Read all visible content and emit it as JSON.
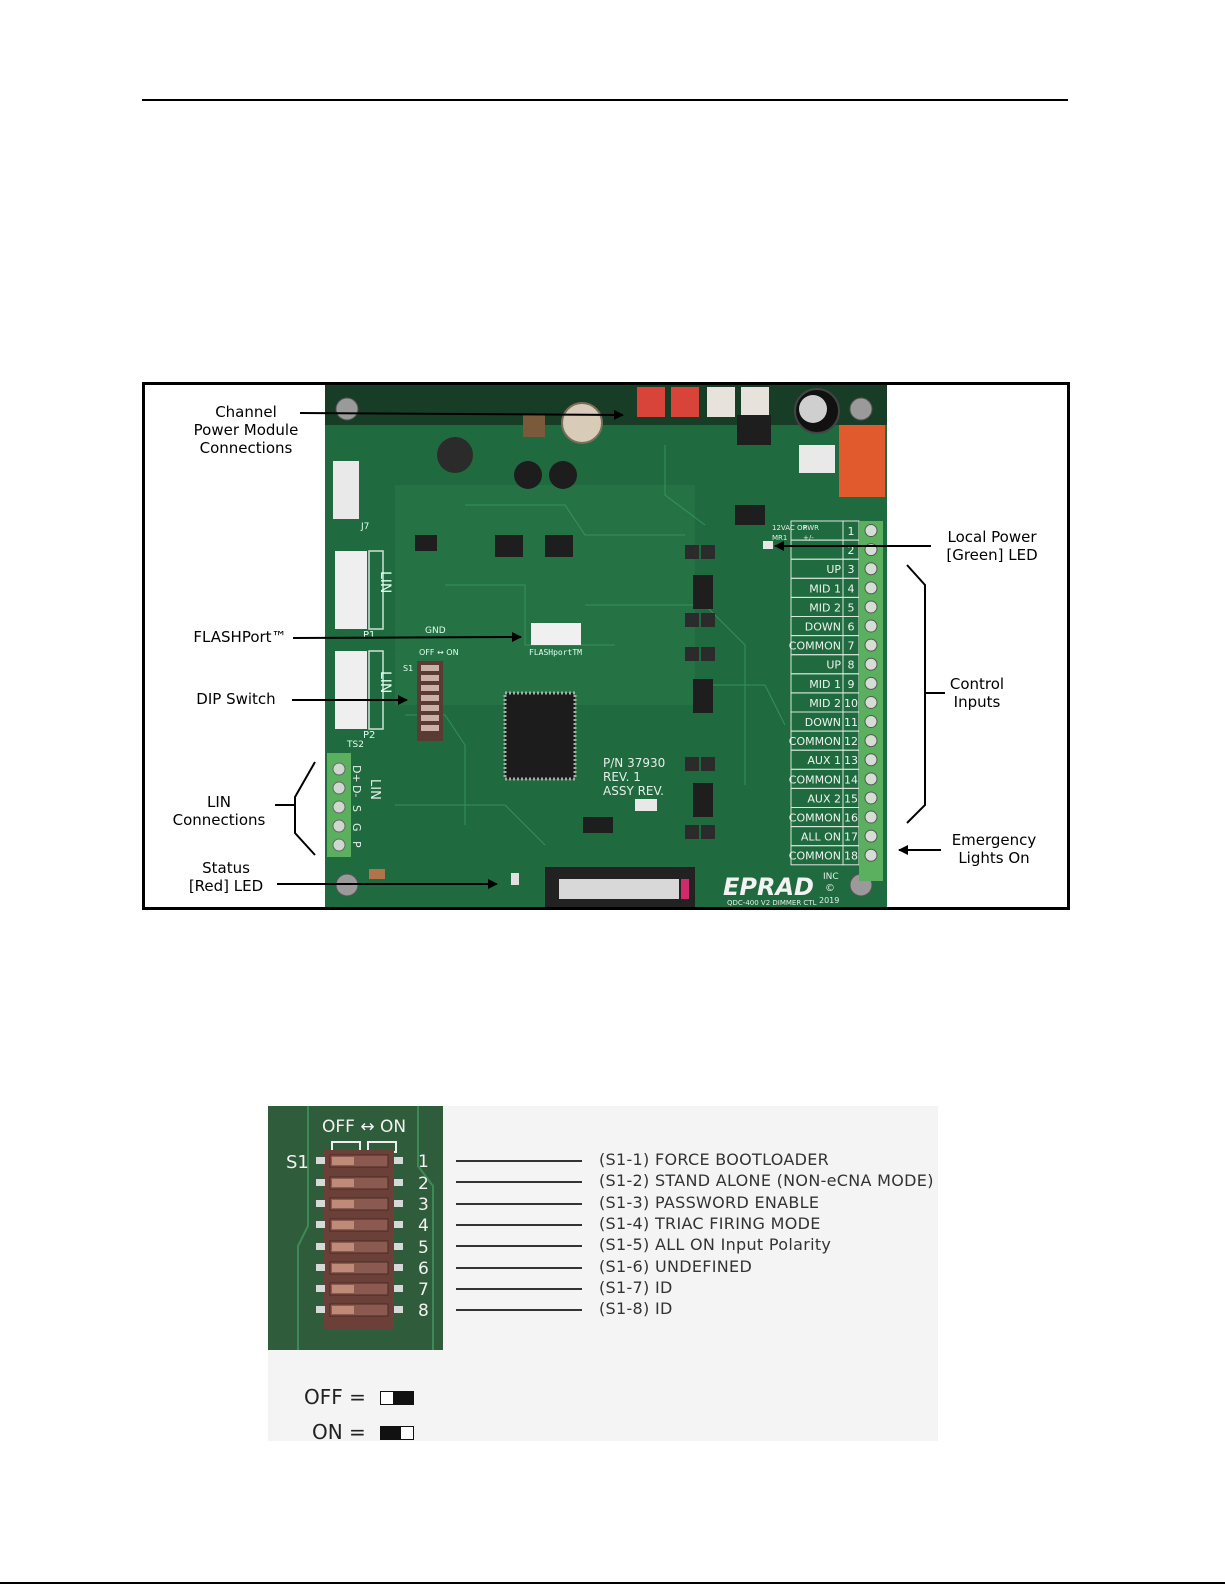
{
  "figure1": {
    "callouts": {
      "channel_power": "Channel\nPower Module\nConnections",
      "flashport": "FLASHPort™",
      "dip_switch": "DIP Switch",
      "lin_connections": "LIN\nConnections",
      "status_led": "Status\n[Red] LED",
      "local_power": "Local Power\n[Green] LED",
      "control_inputs": "Control\nInputs",
      "emergency": "Emergency\nLights On"
    },
    "board_text": {
      "part_number": "P/N 37930",
      "rev": "REV. 1",
      "assy_rev": "ASSY REV.",
      "brand": "EPRAD",
      "inc": "INC",
      "copyright": "©",
      "year": "2019",
      "model": "QDC-400 V2 DIMMER CTL",
      "flashport_label": "FLASHportTM",
      "dip_header": "OFF ↔ ON",
      "s1": "S1",
      "gnd": "GND",
      "ts2": "TS2",
      "lin": "LIN",
      "p1": "P1",
      "p2": "P2",
      "j7": "J7",
      "lin_pins": [
        "D+",
        "D-",
        "S",
        "G",
        "P"
      ],
      "power_header": [
        "12VAC OR",
        "PWR",
        "MR1",
        "+/-"
      ]
    },
    "terminal_rows": [
      {
        "label": "PWR +/-",
        "num": "1"
      },
      {
        "label": "PWR +/-",
        "num": "2"
      },
      {
        "label": "UP",
        "num": "3"
      },
      {
        "label": "MID 1",
        "num": "4"
      },
      {
        "label": "MID 2",
        "num": "5"
      },
      {
        "label": "DOWN",
        "num": "6"
      },
      {
        "label": "COMMON",
        "num": "7"
      },
      {
        "label": "UP",
        "num": "8"
      },
      {
        "label": "MID 1",
        "num": "9"
      },
      {
        "label": "MID 2",
        "num": "10"
      },
      {
        "label": "DOWN",
        "num": "11"
      },
      {
        "label": "COMMON",
        "num": "12"
      },
      {
        "label": "AUX 1",
        "num": "13"
      },
      {
        "label": "COMMON",
        "num": "14"
      },
      {
        "label": "AUX 2",
        "num": "15"
      },
      {
        "label": "COMMON",
        "num": "16"
      },
      {
        "label": "ALL ON",
        "num": "17"
      },
      {
        "label": "COMMON",
        "num": "18"
      }
    ]
  },
  "figure2": {
    "header": "OFF ↔ ON",
    "switch_label": "S1",
    "switch_numbers": [
      "1",
      "2",
      "3",
      "4",
      "5",
      "6",
      "7",
      "8"
    ],
    "descriptions": [
      "(S1-1) FORCE BOOTLOADER",
      "(S1-2) STAND ALONE (NON-eCNA MODE)",
      "(S1-3) PASSWORD ENABLE",
      "(S1-4) TRIAC FIRING MODE",
      "(S1-5) ALL ON Input Polarity",
      "(S1-6) UNDEFINED",
      "(S1-7) ID",
      "(S1-8) ID"
    ],
    "legend": {
      "off_label": "OFF =",
      "on_label": "ON ="
    }
  }
}
